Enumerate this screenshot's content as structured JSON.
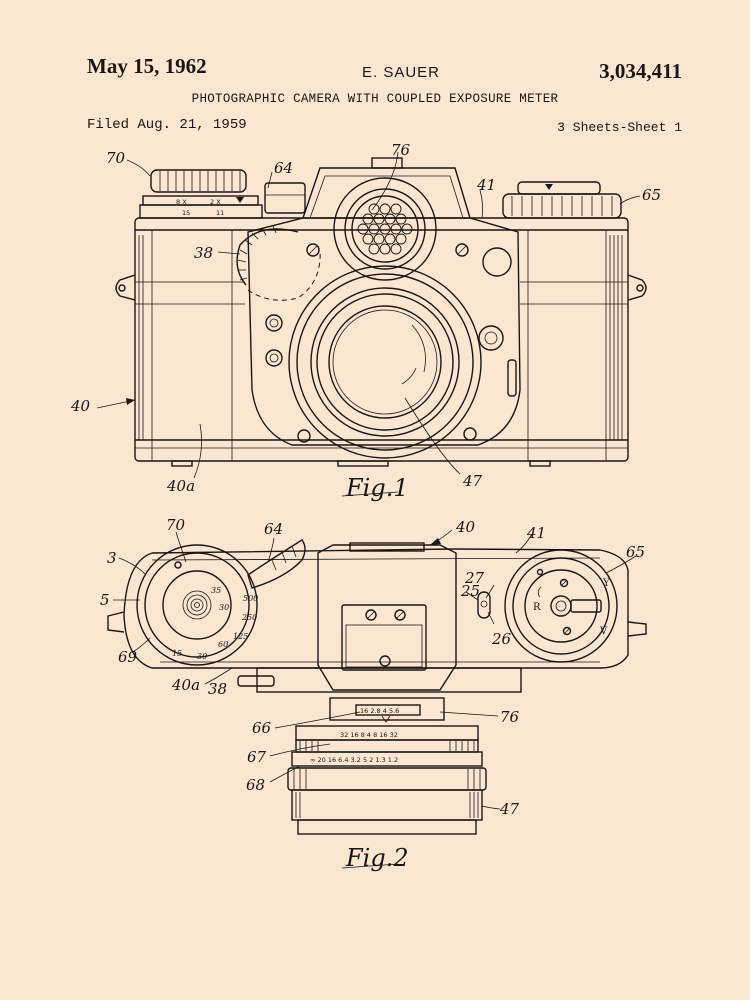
{
  "header": {
    "date": "May 15, 1962",
    "inventor": "E. SAUER",
    "patent_number": "3,034,411",
    "title": "PHOTOGRAPHIC CAMERA WITH COUPLED EXPOSURE METER",
    "filed": "Filed Aug. 21, 1959",
    "sheets": "3 Sheets-Sheet 1"
  },
  "figures": {
    "fig1": {
      "caption": "Fig.1",
      "refs": {
        "r70": "70",
        "r64": "64",
        "r76": "76",
        "r41": "41",
        "r65": "65",
        "r38": "38",
        "r40": "40",
        "r40a": "40a",
        "r47": "47"
      }
    },
    "fig2": {
      "caption": "Fig.2",
      "refs": {
        "r70": "70",
        "r64": "64",
        "r40": "40",
        "r41": "41",
        "r65": "65",
        "r3": "3",
        "r5": "5",
        "r69": "69",
        "r40a": "40a",
        "r38": "38",
        "r27": "27",
        "r25": "25",
        "r26": "26",
        "r66": "66",
        "r76": "76",
        "r67": "67",
        "r68": "68",
        "r47": "47"
      },
      "dial_numbers": {
        "n35": "35",
        "n30": "30",
        "n60": "60",
        "n125": "125",
        "n250": "250",
        "n500": "500",
        "n15": "15",
        "n30b": "30"
      },
      "scale_66": "16 2.8 4 5.6",
      "scale_67": "32  16  8  4  8  16  32",
      "scale_68": "∞ 20 16 6.4 3.2 5 2 1.3 1.2",
      "rewind_letters": {
        "r": "R",
        "y": "Y",
        "v": "V"
      }
    }
  }
}
